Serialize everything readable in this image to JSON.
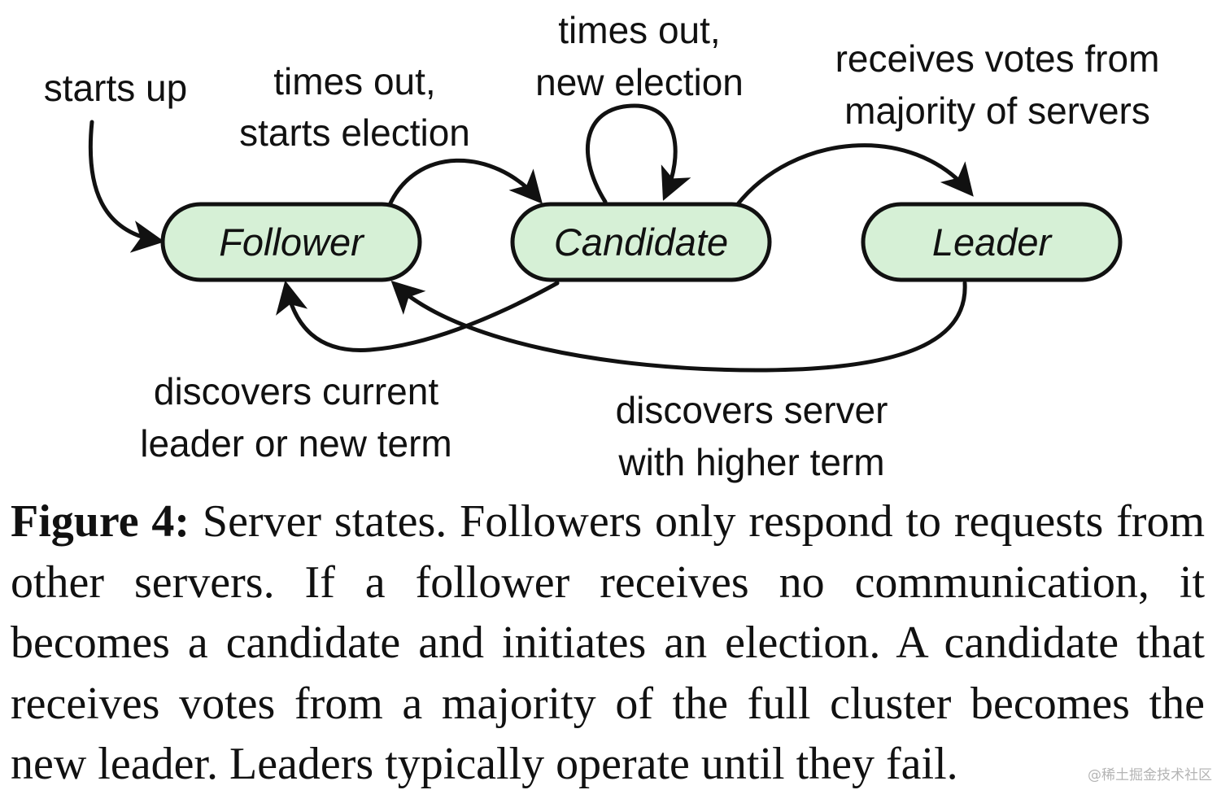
{
  "diagram": {
    "states": [
      {
        "id": "follower",
        "label": "Follower"
      },
      {
        "id": "candidate",
        "label": "Candidate"
      },
      {
        "id": "leader",
        "label": "Leader"
      }
    ],
    "state_fill": "#d6f0d6",
    "stroke_color": "#111111",
    "transitions": {
      "starts_up": {
        "lines": [
          "starts up"
        ],
        "to": "follower"
      },
      "follower_to_candidate": {
        "lines": [
          "times out,",
          "starts election"
        ],
        "from": "follower",
        "to": "candidate"
      },
      "candidate_self": {
        "lines": [
          "times out,",
          "new election"
        ],
        "from": "candidate",
        "to": "candidate"
      },
      "candidate_to_leader": {
        "lines": [
          "receives votes from",
          "majority of servers"
        ],
        "from": "candidate",
        "to": "leader"
      },
      "candidate_to_follower": {
        "lines": [
          "discovers current",
          "leader or new term"
        ],
        "from": "candidate",
        "to": "follower"
      },
      "leader_to_follower": {
        "lines": [
          "discovers server",
          "with higher term"
        ],
        "from": "leader",
        "to": "follower"
      }
    }
  },
  "caption": {
    "label": "Figure 4:",
    "text": "Server states. Followers only respond to requests from other servers. If a follower receives no communication, it becomes a candidate and initiates an election. A candidate that receives votes from a majority of the full cluster becomes the new leader. Leaders typically operate until they fail."
  },
  "watermark": "@稀土掘金技术社区"
}
